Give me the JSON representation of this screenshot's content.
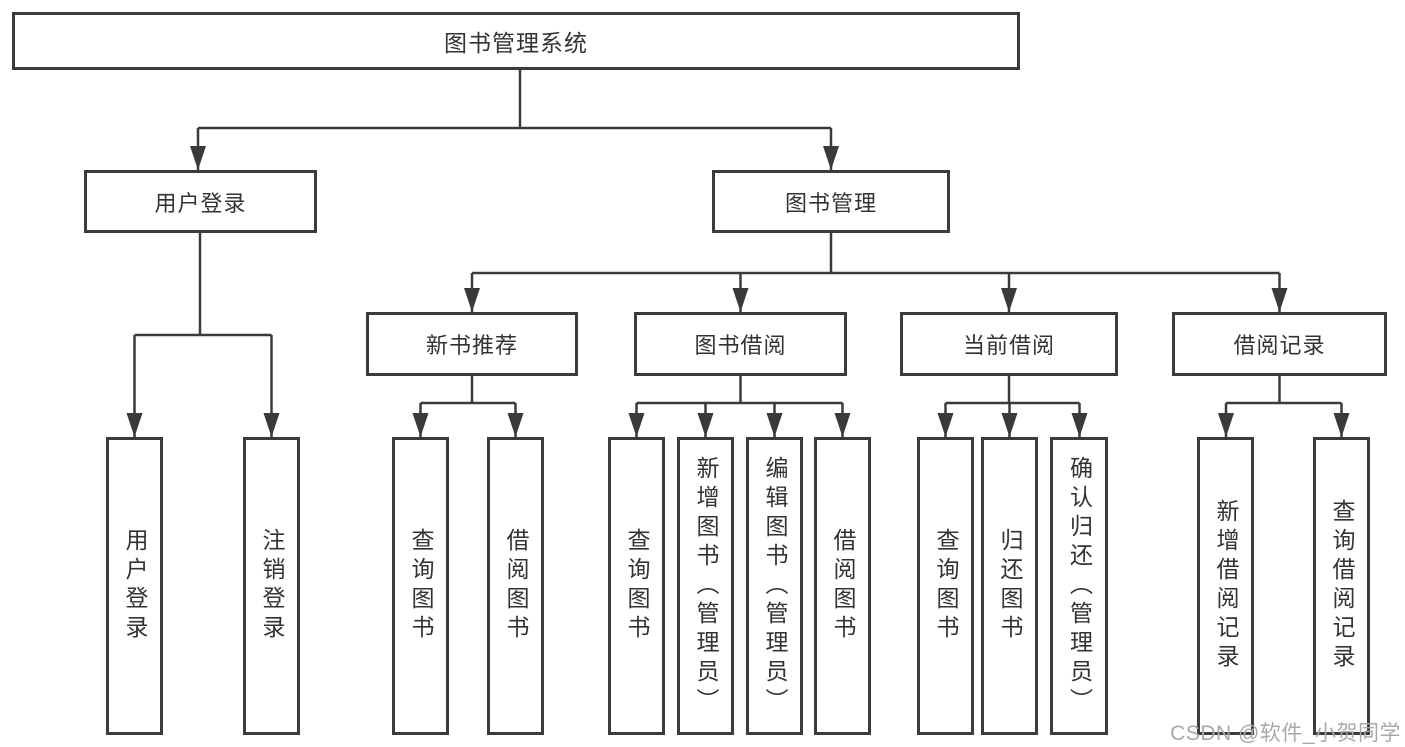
{
  "diagram_title": "图书管理系统",
  "watermark": "CSDN @软件_小贺同学",
  "colors": {
    "line": "#3a3a3a",
    "box_border": "#3b3b3b",
    "box_fill": "#ffffff",
    "text": "#333333",
    "watermark_text": "#a6a9ad"
  },
  "tree": {
    "label": "图书管理系统",
    "children": [
      {
        "label": "用户登录",
        "children": [
          {
            "label": "用户登录"
          },
          {
            "label": "注销登录"
          }
        ]
      },
      {
        "label": "图书管理",
        "children": [
          {
            "label": "新书推荐",
            "children": [
              {
                "label": "查询图书"
              },
              {
                "label": "借阅图书"
              }
            ]
          },
          {
            "label": "图书借阅",
            "children": [
              {
                "label": "查询图书"
              },
              {
                "label": "新增图书（管理员）"
              },
              {
                "label": "编辑图书（管理员）"
              },
              {
                "label": "借阅图书"
              }
            ]
          },
          {
            "label": "当前借阅",
            "children": [
              {
                "label": "查询图书"
              },
              {
                "label": "归还图书"
              },
              {
                "label": "确认归还（管理员）"
              }
            ]
          },
          {
            "label": "借阅记录",
            "children": [
              {
                "label": "新增借阅记录"
              },
              {
                "label": "查询借阅记录"
              }
            ]
          }
        ]
      }
    ]
  }
}
